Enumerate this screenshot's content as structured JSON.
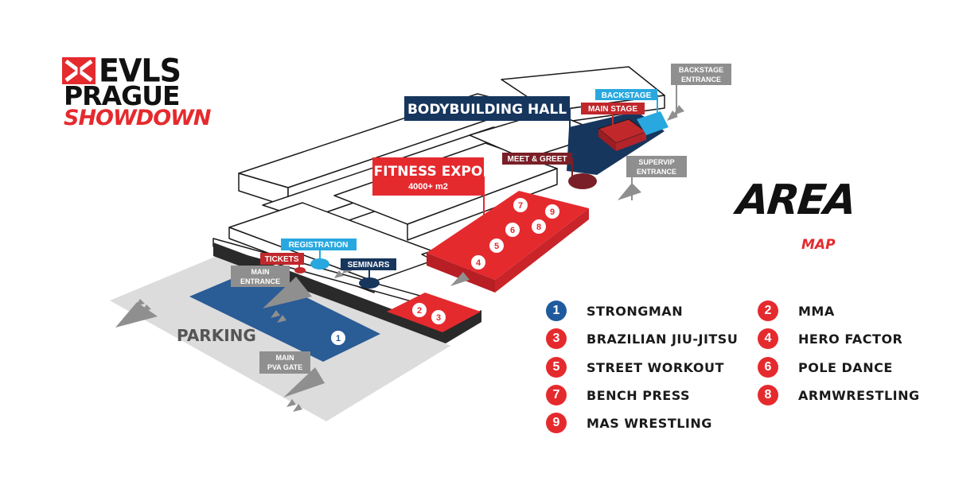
{
  "logo": {
    "line1": "EVLS",
    "line2": "PRAGUE",
    "line3": "SHOWDOWN",
    "x_icon": "x-mark-icon"
  },
  "title": {
    "main": "AREA",
    "sub": "MAP"
  },
  "labels": {
    "bodybuilding_hall": "BODYBUILDING HALL",
    "fitness_expo": "FITNESS EXPO",
    "fitness_expo_size": "4000+ m2",
    "backstage_entrance_1": "BACKSTAGE",
    "backstage_entrance_2": "ENTRANCE",
    "backstage": "BACKSTAGE",
    "main_stage": "MAIN STAGE",
    "meet_greet": "MEET & GREET",
    "supervip_1": "SUPERVIP",
    "supervip_2": "ENTRANCE",
    "registration": "REGISTRATION",
    "tickets": "TICKETS",
    "seminars": "SEMINARS",
    "main_entrance_1": "MAIN",
    "main_entrance_2": "ENTRANCE",
    "parking": "PARKING",
    "pva_gate_1": "MAIN",
    "pva_gate_2": "PVA GATE"
  },
  "zones": [
    "1",
    "2",
    "3",
    "4",
    "5",
    "6",
    "7",
    "8",
    "9"
  ],
  "legend": [
    {
      "num": "1",
      "label": "STRONGMAN",
      "color": "#1f5a9e"
    },
    {
      "num": "2",
      "label": "MMA",
      "color": "#e52a2e"
    },
    {
      "num": "3",
      "label": "BRAZILIAN JIU-JITSU",
      "color": "#e52a2e"
    },
    {
      "num": "4",
      "label": "HERO FACTOR",
      "color": "#e52a2e"
    },
    {
      "num": "5",
      "label": "STREET WORKOUT",
      "color": "#e52a2e"
    },
    {
      "num": "6",
      "label": "POLE DANCE",
      "color": "#e52a2e"
    },
    {
      "num": "7",
      "label": "BENCH PRESS",
      "color": "#e52a2e"
    },
    {
      "num": "8",
      "label": "ARMWRESTLING",
      "color": "#e52a2e"
    },
    {
      "num": "9",
      "label": "MAS WRESTLING",
      "color": "#e52a2e"
    }
  ],
  "colors": {
    "red": "#e52a2e",
    "navy": "#17365d",
    "blue": "#2a5c96",
    "light_blue": "#29a8e0",
    "maroon": "#7a1f27",
    "gray": "#8f8f8f",
    "parking_gray": "#dcdcdc"
  }
}
